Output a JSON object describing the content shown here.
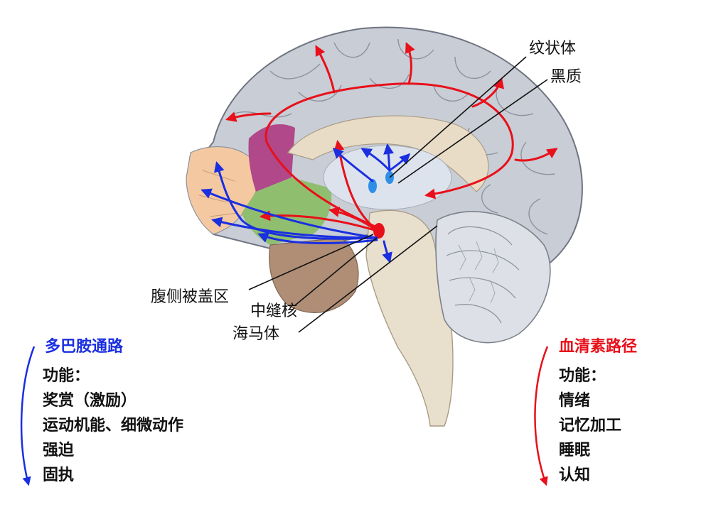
{
  "labels": {
    "striatum": "纹状体",
    "substantia_nigra": "黑质",
    "vta": "腹侧被盖区",
    "raphe": "中缝核",
    "hippocampus": "海马体"
  },
  "dopamine": {
    "title": "多巴胺通路",
    "color": "#1a2fe0",
    "functions_heading": "功能：",
    "functions": [
      "奖赏（激励）",
      "运动机能、细微动作",
      "强迫",
      "固执"
    ]
  },
  "serotonin": {
    "title": "血清素路径",
    "color": "#e8101a",
    "functions_heading": "功能：",
    "functions": [
      "情绪",
      "记忆加工",
      "睡眠",
      "认知"
    ]
  }
}
